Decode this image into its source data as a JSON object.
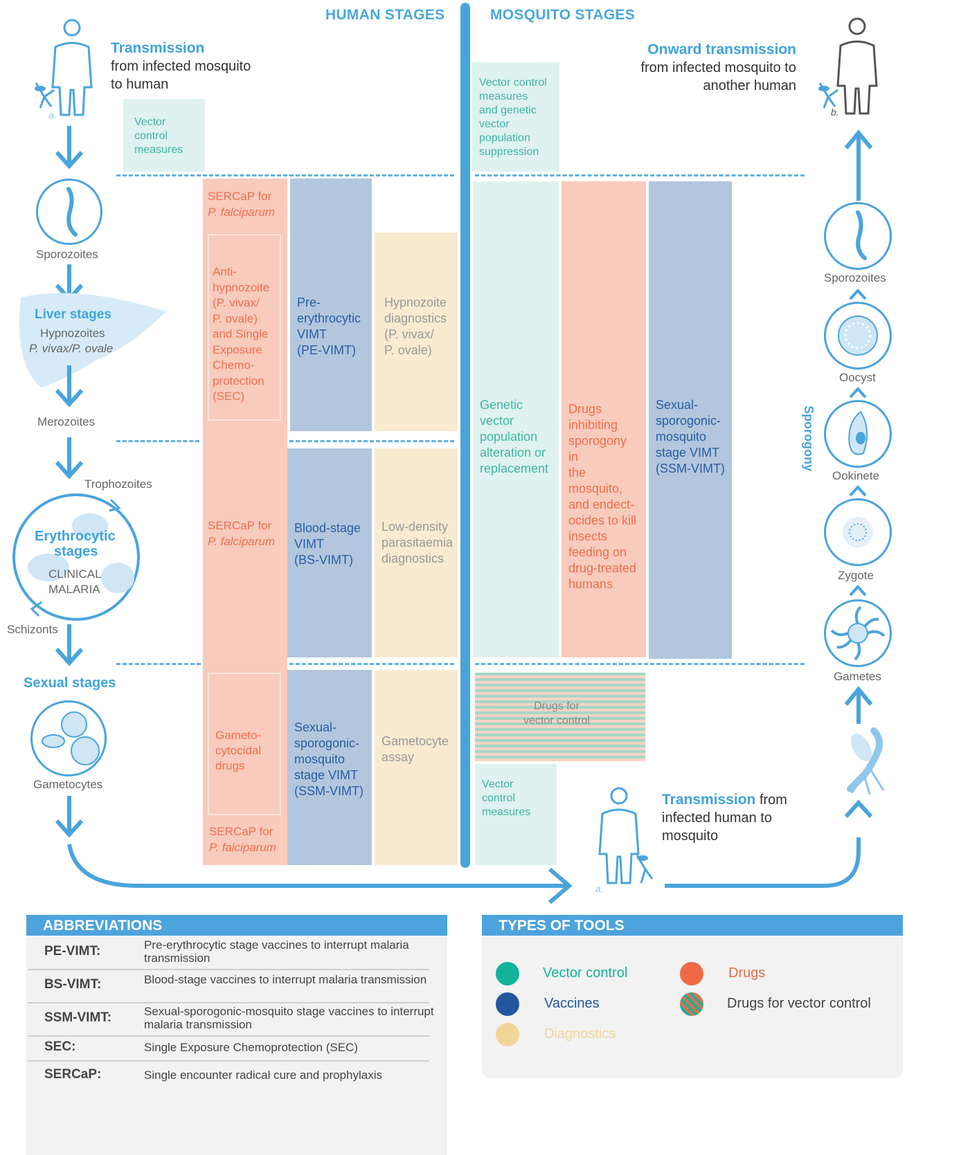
{
  "headers": {
    "human": "HUMAN STAGES",
    "mosquito": "MOSQUITO STAGES"
  },
  "top_left": {
    "title": "Transmission",
    "text1": "from infected mosquito",
    "text2": "to human",
    "marker": "a."
  },
  "top_right": {
    "title": "Onward transmission",
    "text1": "from infected mosquito to",
    "text2": "another human",
    "marker": "b."
  },
  "bottom_mid": {
    "title": "Transmission",
    "title_rest": " from",
    "text1": "infected human to",
    "text2": "mosquito",
    "marker": "a."
  },
  "left_stages": {
    "sporozoites": "Sporozoites",
    "liver_title": "Liver stages",
    "hypnozoites": "Hypnozoites",
    "hypno_species": "P. vivax/P. ovale",
    "merozoites": "Merozoites",
    "trophozoites": "Trophozoites",
    "erythro_title1": "Erythrocytic",
    "erythro_title2": "stages",
    "clinical1": "CLINICAL",
    "clinical2": "MALARIA",
    "schizonts": "Schizonts",
    "sexual_title": "Sexual stages",
    "gametocytes": "Gametocytes"
  },
  "right_stages": {
    "sporozoites": "Sporozoites",
    "oocyst": "Oocyst",
    "ookinete": "Ookinete",
    "zygote": "Zygote",
    "gametes": "Gametes",
    "sporogony": "Sporogony"
  },
  "boxes": {
    "vector_control_top": "Vector\ncontrol\nmeasures",
    "vector_genetic_top": "Vector control\nmeasures\nand genetic\nvector\npopulation\nsuppression",
    "sercap1_a": "SERCaP for",
    "sercap1_b": "P. falciparum",
    "anti_hypno": "Anti-\nhypnozoite\n(P. vivax/\nP. ovale)\nand Single\nExposure\nChemo-\nprotection\n(SEC)",
    "pe_vimt": "Pre-\nerythrocytic\nVIMT\n(PE-VIMT)",
    "hypno_diag": "Hypnozoite\ndiagnostics\n(P. vivax/\nP. ovale)",
    "sercap2_a": "SERCaP for",
    "sercap2_b": "P. falciparum",
    "bs_vimt": "Blood-stage\nVIMT\n(BS-VIMT)",
    "low_density": "Low-density\nparasitaemia\ndiagnostics",
    "gameto_drugs": "Gameto-\ncytocidal\ndrugs",
    "sercap3_a": "SERCaP for",
    "sercap3_b": "P. falciparum",
    "ssm_vimt_human": "Sexual-\nsporogonic-\nmosquito\nstage VIMT\n(SSM-VIMT)",
    "gameto_assay": "Gametocyte\nassay",
    "genetic_alt": "Genetic\nvector\npopulation\nalteration or\nreplacement",
    "drugs_inhibit": "Drugs\ninhibiting\nsporogony in\nthe mosquito,\nand endect-\nocides to kill\ninsects\nfeeding on\ndrug-treated\nhumans",
    "ssm_vimt_mosq": "Sexual-\nsporogonic-\nmosquito\nstage VIMT\n(SSM-VIMT)",
    "drugs_vector": "Drugs for\nvector control",
    "vector_control_bottom": "Vector\ncontrol\nmeasures"
  },
  "abbreviations": {
    "title": "ABBREVIATIONS",
    "rows": [
      {
        "key": "PE-VIMT:",
        "value": "Pre-erythrocytic stage vaccines to interrupt malaria transmission"
      },
      {
        "key": "BS-VIMT:",
        "value": "Blood-stage vaccines to interrupt malaria transmission"
      },
      {
        "key": "SSM-VIMT:",
        "value": "Sexual-sporogonic-mosquito stage vaccines to interrupt malaria transmission"
      },
      {
        "key": "SEC:",
        "value": "Single Exposure Chemoprotection (SEC)"
      },
      {
        "key": "SERCaP:",
        "value": "Single encounter radical cure and prophylaxis"
      }
    ]
  },
  "tools": {
    "title": "TYPES OF TOOLS",
    "vector_control": "Vector control",
    "vaccines": "Vaccines",
    "diagnostics": "Diagnostics",
    "drugs": "Drugs",
    "drugs_vector": "Drugs for vector control"
  },
  "colors": {
    "vector_control": "#13b39a",
    "vaccines": "#22579e",
    "diagnostics": "#f1d69a",
    "drugs": "#ee6a47",
    "accent_blue": "#4aa4dc"
  }
}
